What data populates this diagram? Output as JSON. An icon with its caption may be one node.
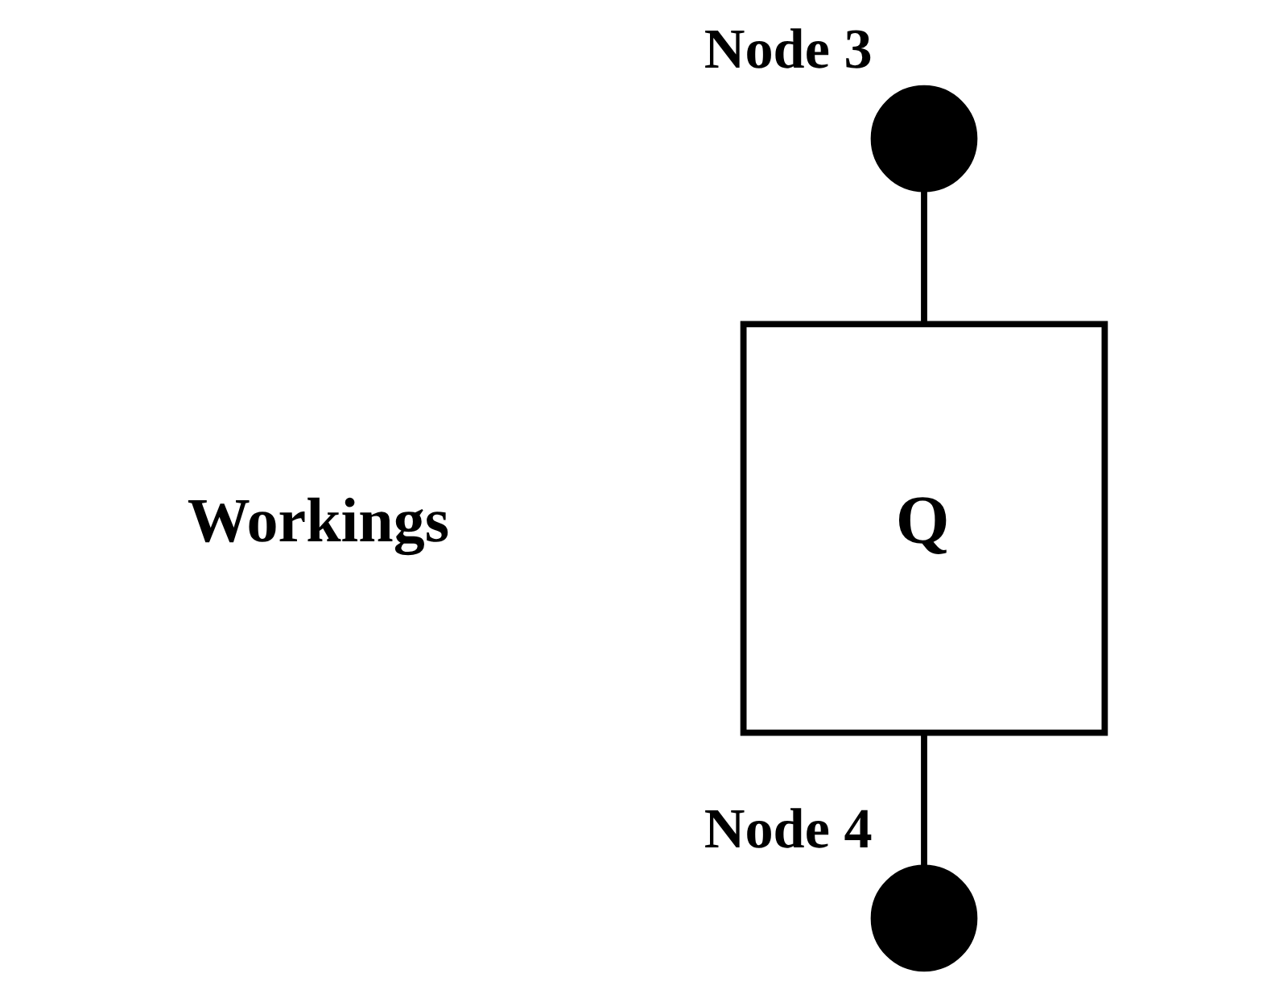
{
  "diagram": {
    "nodes": [
      {
        "text": [],
        "shape": "circle",
        "beside": [
          "Node 3"
        ]
      },
      {
        "text": [
          "Q"
        ]
      },
      {
        "text": [],
        "shape": "circle",
        "beside": [
          "Node 4"
        ]
      }
    ],
    "edges": [
      {
        "from": 0,
        "to": 1,
        "arrow": "none"
      },
      {
        "from": 1,
        "to": 2,
        "arrow": "none"
      }
    ],
    "labels": [
      "Workings"
    ]
  }
}
